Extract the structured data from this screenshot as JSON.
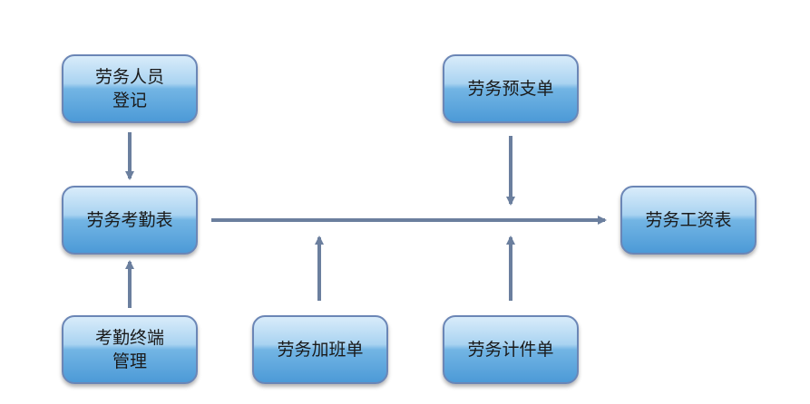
{
  "nodes": {
    "labor_registration": {
      "label": "劳务人员\n登记"
    },
    "labor_advance": {
      "label": "劳务预支单"
    },
    "labor_attendance": {
      "label": "劳务考勤表"
    },
    "labor_payroll": {
      "label": "劳务工资表"
    },
    "attendance_terminal": {
      "label": "考勤终端\n管理"
    },
    "labor_overtime": {
      "label": "劳务加班单"
    },
    "labor_piecework": {
      "label": "劳务计件单"
    }
  },
  "colors": {
    "node_border": "#6b86b6",
    "node_top": "#d9ecfa",
    "node_bottom": "#4c9ad7",
    "arrow": "#6b7f9e"
  }
}
